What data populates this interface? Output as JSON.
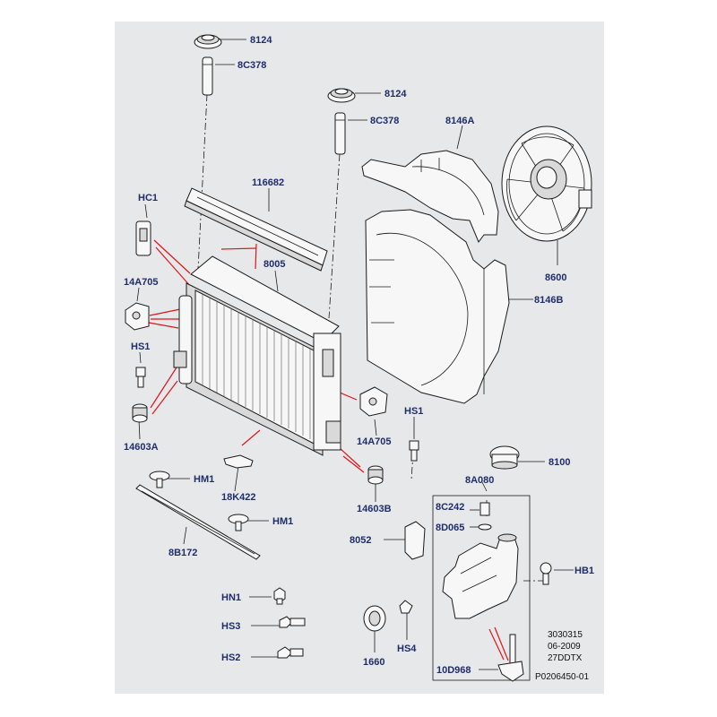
{
  "diagram": {
    "labels": {
      "cap_top": "8124",
      "hose_top": "8C378",
      "cap_mid": "8124",
      "hose_mid": "8C378",
      "shroud_upper": "8146A",
      "bracket_top": "116682",
      "hc1": "HC1",
      "radiator": "8005",
      "fan": "8600",
      "shroud_lower": "8146B",
      "mount_left": "14A705",
      "hs1_left": "HS1",
      "insulator_left": "14603A",
      "mount_right": "14A705",
      "hs1_right": "HS1",
      "insulator_right": "14603B",
      "hm1_a": "HM1",
      "clip": "18K422",
      "hm1_b": "HM1",
      "deflector": "8B172",
      "cap_tank": "8100",
      "tank": "8A080",
      "sensor": "8C242",
      "oring": "8D065",
      "bracket_tank": "8052",
      "hb1": "HB1",
      "hn1": "HN1",
      "hs3": "HS3",
      "hs2": "HS2",
      "mount_1660": "1660",
      "hs4": "HS4",
      "hose_bottom": "10D968"
    },
    "reference": {
      "line1": "3030315",
      "line2": "06-2009",
      "line3": "27DDTX",
      "line4": "P0206450-01"
    }
  }
}
